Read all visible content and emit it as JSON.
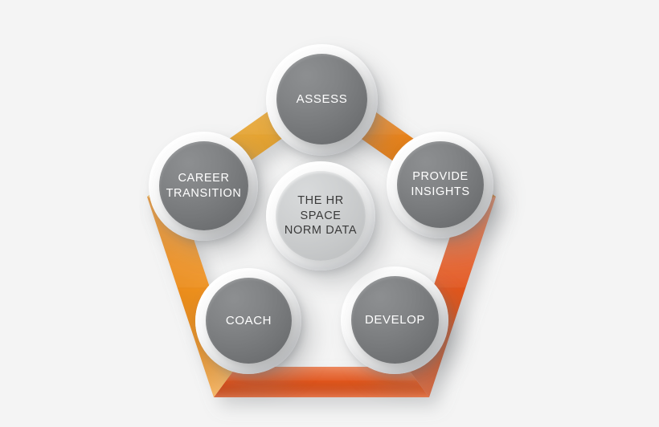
{
  "diagram": {
    "title": "THE HR SPACE NORM DATA cycle",
    "type": "pentagon-cycle",
    "background_color": "#f4f4f4",
    "center": {
      "id": "center",
      "label": "THE HR SPACE\nNORM DATA",
      "text_color": "#3a3a3a",
      "fill_color": "#cbcdce"
    },
    "nodes": [
      {
        "id": "assess",
        "label": "ASSESS",
        "position": "top",
        "text_color": "#ffffff",
        "fill_color": "#76787a"
      },
      {
        "id": "provide-insights",
        "label": "PROVIDE\nINSIGHTS",
        "position": "right",
        "text_color": "#ffffff",
        "fill_color": "#76787a"
      },
      {
        "id": "develop",
        "label": "DEVELOP",
        "position": "bottom-right",
        "text_color": "#ffffff",
        "fill_color": "#76787a"
      },
      {
        "id": "coach",
        "label": "COACH",
        "position": "bottom-left",
        "text_color": "#ffffff",
        "fill_color": "#76787a"
      },
      {
        "id": "career-transition",
        "label": "CAREER\nTRANSITION",
        "position": "left",
        "text_color": "#ffffff",
        "fill_color": "#76787a"
      }
    ],
    "ribbons": [
      {
        "id": "ribbon-career-assess",
        "from": "career-transition",
        "to": "assess",
        "color": "#e8a838",
        "color_dark": "#cf8f22",
        "color_light": "#f0bc5e"
      },
      {
        "id": "ribbon-assess-provide",
        "from": "assess",
        "to": "provide-insights",
        "color": "#e8821e",
        "color_dark": "#d06f12",
        "color_light": "#f09a46"
      },
      {
        "id": "ribbon-provide-develop",
        "from": "provide-insights",
        "to": "develop",
        "color": "#e2561f",
        "color_dark": "#c74615",
        "color_light": "#ec7446"
      },
      {
        "id": "ribbon-develop-coach",
        "from": "develop",
        "to": "coach",
        "color": "#e0561e",
        "color_dark": "#c34313",
        "color_light": "#e97242"
      },
      {
        "id": "ribbon-coach-career",
        "from": "coach",
        "to": "career-transition",
        "color": "#ee8f1c",
        "color_dark": "#d47a10",
        "color_light": "#f4a648"
      }
    ]
  }
}
